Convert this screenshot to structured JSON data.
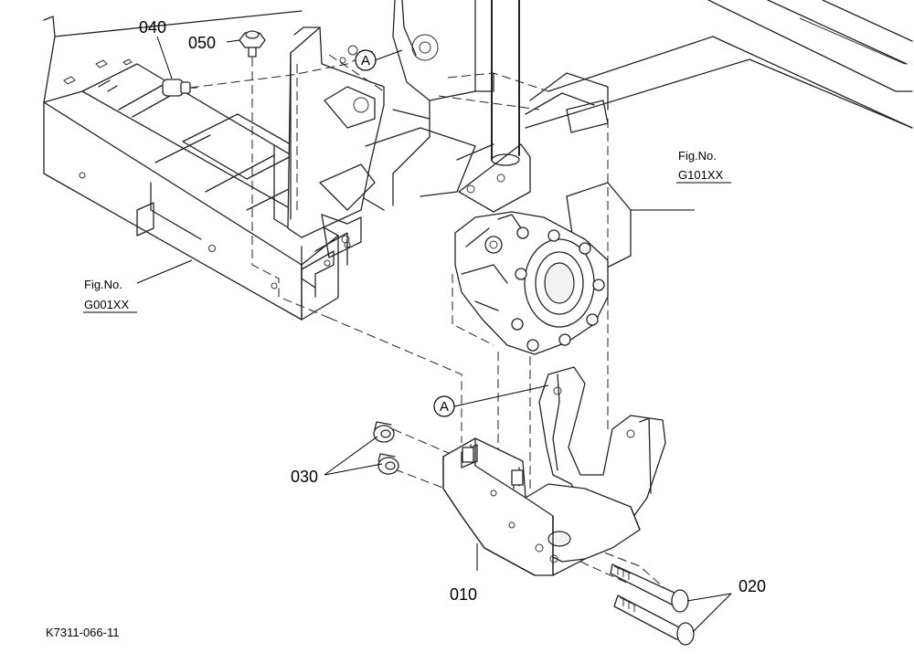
{
  "callouts": {
    "c040": "040",
    "c050": "050",
    "c030": "030",
    "c010": "010",
    "c020": "020"
  },
  "fig_refs": {
    "left_line1": "Fig.No.",
    "left_line2": "G001XX",
    "right_line1": "Fig.No.",
    "right_line2": "G101XX"
  },
  "markers": {
    "a_upper": "A",
    "a_lower": "A"
  },
  "doc_id": "K7311-066-11"
}
